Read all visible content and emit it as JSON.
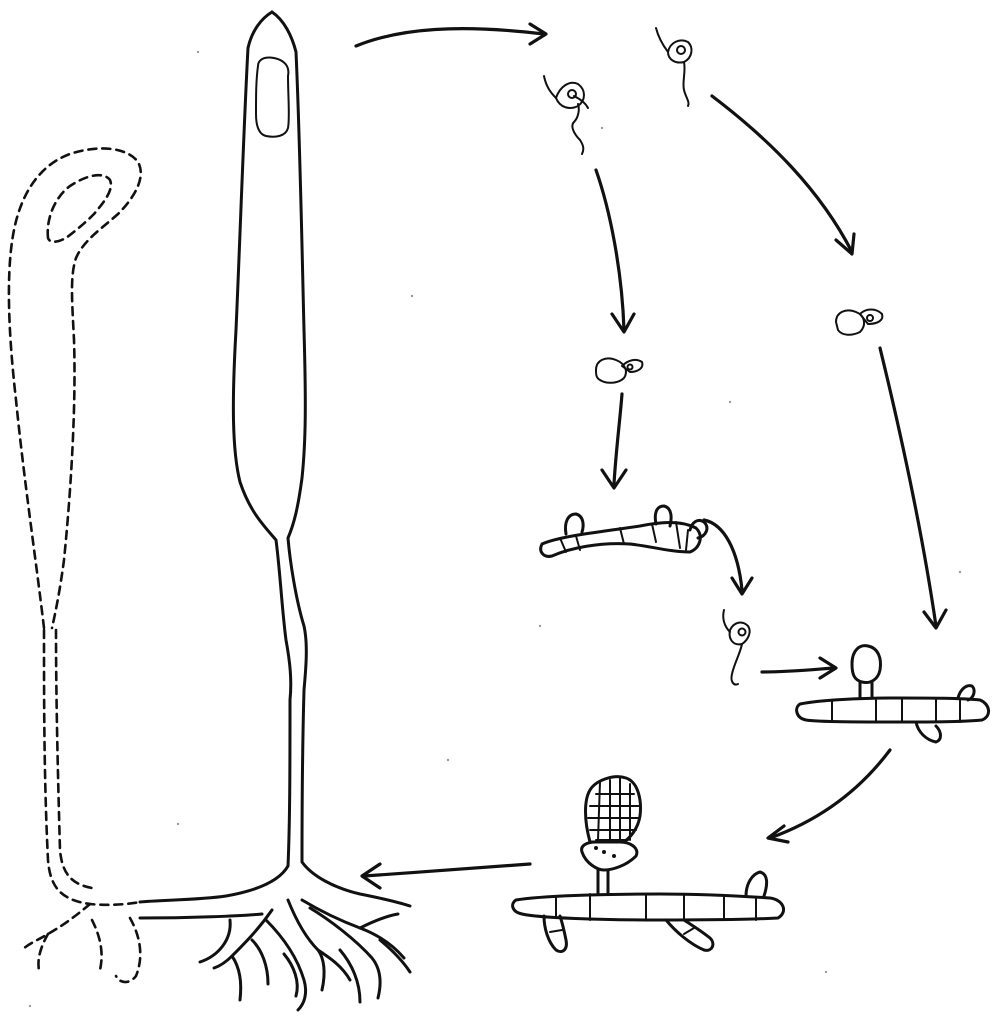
{
  "figure": {
    "kind": "life-cycle-illustration",
    "style": "black line drawing on white",
    "colors": {
      "ink": "#111111",
      "background": "#ffffff"
    },
    "stages": [
      {
        "name": "fruiting-body"
      },
      {
        "name": "zoospore"
      },
      {
        "name": "encysted-spore"
      },
      {
        "name": "germinating-filament"
      },
      {
        "name": "zygote-attached"
      },
      {
        "name": "sporangium-on-filament"
      },
      {
        "name": "rhizoid-base"
      },
      {
        "name": "dashed-outline-stage"
      }
    ]
  }
}
